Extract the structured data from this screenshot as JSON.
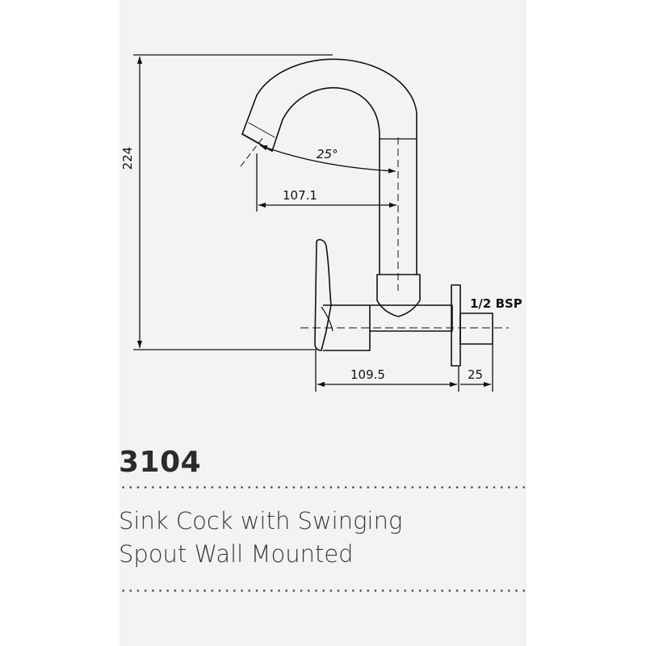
{
  "dimensions": {
    "height": "224",
    "spout_reach": "107.1",
    "swing_angle": "25°",
    "wall_to_outlet": "109.5",
    "thread_length": "25",
    "thread_size": "1/2 BSP"
  },
  "product": {
    "model_number": "3104",
    "description_line_1": "Sink Cock with Swinging",
    "description_line_2": "Spout Wall Mounted"
  },
  "colors": {
    "line": "#111111",
    "panel_background": "#f3f3f3",
    "page_background": "#ffffff"
  }
}
